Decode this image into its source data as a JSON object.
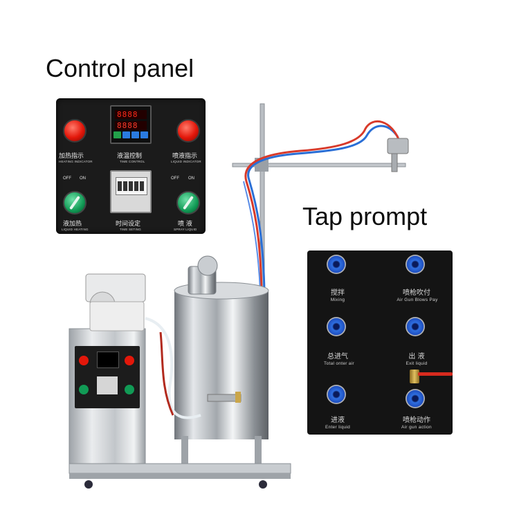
{
  "headings": {
    "control_panel": "Control panel",
    "tap_prompt": "Tap prompt"
  },
  "control_panel": {
    "controller_display_top": "8888",
    "controller_display_bottom": "8888",
    "heating_indicator_cn": "加热指示",
    "heating_indicator_en": "HEATING INDICATOR",
    "temp_control_cn": "液温控制",
    "temp_control_en": "TIME CONTROL",
    "liquid_indicator_cn": "喷液指示",
    "liquid_indicator_en": "LIQUID INDICATOR",
    "off": "OFF",
    "on": "ON",
    "liquid_heating_cn": "液加热",
    "liquid_heating_en": "LIQUID HEATING",
    "time_setting_cn": "时间设定",
    "time_setting_en": "TIME SETING",
    "spray_liquid_cn": "喷 液",
    "spray_liquid_en": "SPRAY LIQUID"
  },
  "tap_prompt": {
    "mixing_cn": "搅拌",
    "mixing_en": "Mixing",
    "air_gun_blows_cn": "喷枪吹付",
    "air_gun_blows_en": "Air Gun Blows Pay",
    "total_air_cn": "总进气",
    "total_air_en": "Total onter air",
    "exit_liquid_cn": "出 液",
    "exit_liquid_en": "Exit liquid",
    "enter_liquid_cn": "进液",
    "enter_liquid_en": "Enter liquid",
    "air_gun_action_cn": "喷枪动作",
    "air_gun_action_en": "Air gun action"
  },
  "colors": {
    "indicator_red": "#e3170a",
    "switch_green": "#119a55",
    "fitting_blue": "#2f6fe0",
    "tube_blue": "#2a6fd6",
    "tube_red": "#d83a2a",
    "panel_black": "#1b1b1b"
  },
  "icons": [
    "indicator-lamp-icon",
    "rotary-switch-icon",
    "pneumatic-fitting-icon",
    "ball-valve-icon"
  ]
}
